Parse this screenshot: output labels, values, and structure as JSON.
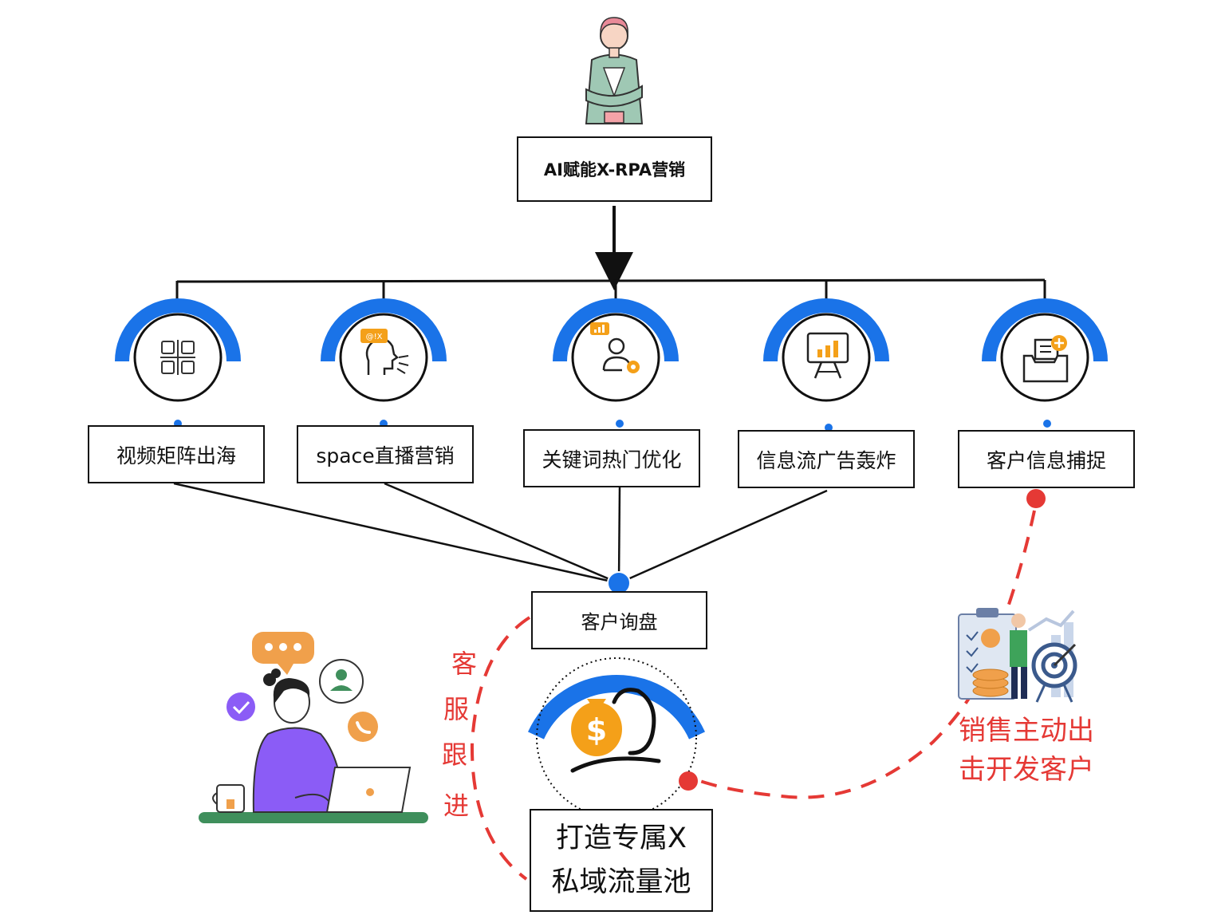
{
  "root": {
    "label": "AI赋能X-RPA营销"
  },
  "channels": [
    {
      "label": "视频矩阵出海",
      "icon": "grid-arrows-icon"
    },
    {
      "label": "space直播营销",
      "icon": "speaking-head-icon",
      "badge": "@!X"
    },
    {
      "label": "关键词热门优化",
      "icon": "user-gear-icon"
    },
    {
      "label": "信息流广告轰炸",
      "icon": "presentation-chart-icon"
    },
    {
      "label": "客户信息捕捉",
      "icon": "inbox-tray-icon"
    }
  ],
  "inquiry": {
    "label": "客户询盘"
  },
  "pool": {
    "line1": "打造专属X",
    "line2": "私域流量池",
    "icon": "money-bag-icon"
  },
  "service_followup": {
    "chars": [
      "客",
      "服",
      "跟",
      "进"
    ]
  },
  "sales": {
    "line1": "销售主动出",
    "line2": "击开发客户"
  },
  "colors": {
    "accent_blue": "#1a73e8",
    "accent_red": "#e53935",
    "orange": "#f4a019",
    "purple": "#8b5cf6"
  }
}
